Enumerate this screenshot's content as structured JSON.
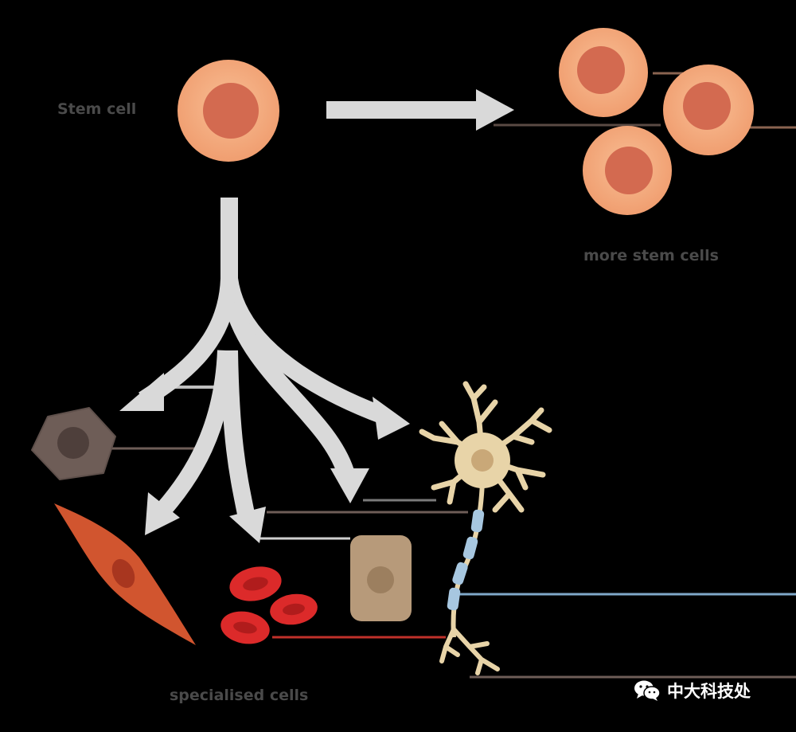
{
  "labels": {
    "stem_cell": "Stem cell",
    "more_stem_cells": "more stem cells",
    "specialised_cells": "specialised cells"
  },
  "watermark": {
    "text": "中大科技处",
    "icon": "wechat-icon"
  },
  "colors": {
    "background": "#000000",
    "stem_outer": "#f2a77b",
    "stem_inner": "#d36a50",
    "arrow": "#d9d9d9",
    "leader_gray": "#d9d9d9",
    "leader_brown": "#6e5d57",
    "leader_red": "#c0312a",
    "leader_blue": "#7fa8c9",
    "macrophage": "#6e5d57",
    "smooth_muscle": "#d1552f",
    "red_blood_cell": "#dc2a2a",
    "epithelial": "#b79a7a",
    "neuron": "#e8d4a8",
    "myelin": "#a7c7e0"
  }
}
